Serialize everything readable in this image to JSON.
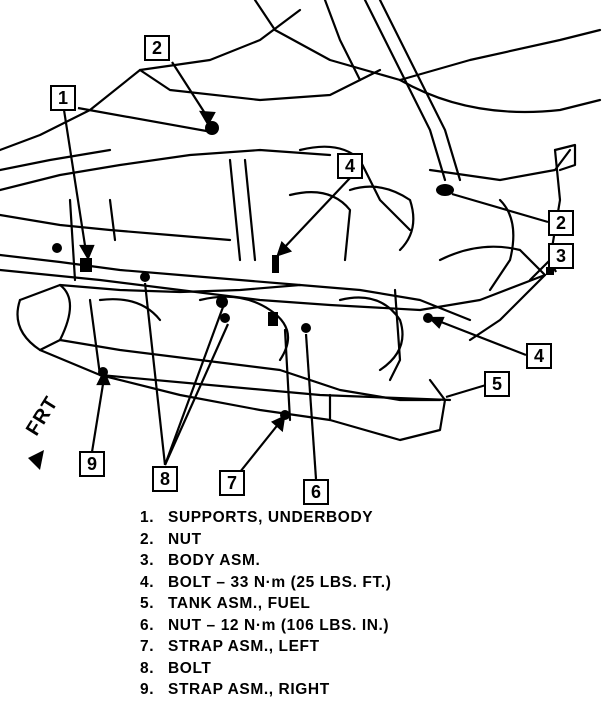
{
  "callouts": {
    "c1": "1",
    "c2a": "2",
    "c2b": "2",
    "c3": "3",
    "c4a": "4",
    "c4b": "4",
    "c5": "5",
    "c6": "6",
    "c7": "7",
    "c8": "8",
    "c9": "9"
  },
  "frt_label": "FRT",
  "legend": [
    {
      "num": "1.",
      "text": "SUPPORTS, UNDERBODY"
    },
    {
      "num": "2.",
      "text": "NUT"
    },
    {
      "num": "3.",
      "text": "BODY ASM."
    },
    {
      "num": "4.",
      "text": "BOLT – 33 N·m (25 LBS. FT.)"
    },
    {
      "num": "5.",
      "text": "TANK ASM., FUEL"
    },
    {
      "num": "6.",
      "text": "NUT – 12 N·m (106 LBS. IN.)"
    },
    {
      "num": "7.",
      "text": "STRAP ASM., LEFT"
    },
    {
      "num": "8.",
      "text": "BOLT"
    },
    {
      "num": "9.",
      "text": "STRAP ASM., RIGHT"
    }
  ]
}
